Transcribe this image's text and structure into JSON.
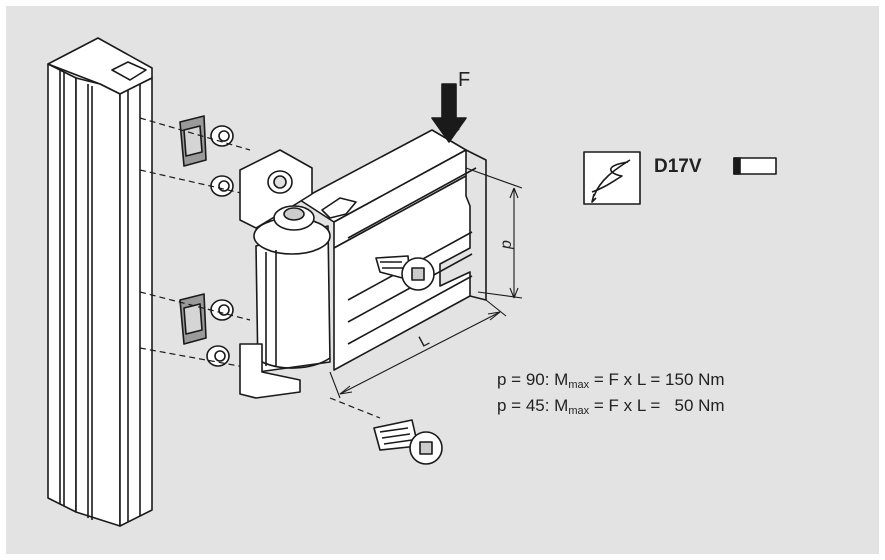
{
  "labels": {
    "force": "F",
    "pitch": "p",
    "length": "L",
    "drill_code": "D17V"
  },
  "formulas": [
    {
      "p_label": "p = 90: M",
      "sub": "max",
      "rest": " = F x L = 150 Nm"
    },
    {
      "p_label": "p = 45: M",
      "sub": "max",
      "rest": " = F x L =   50 Nm"
    }
  ],
  "icons": {
    "drill": "drill-bit-icon",
    "bore": "counterbore-icon"
  },
  "colors": {
    "background": "#e3e3e3",
    "stroke": "#1a1a1a",
    "fill": "#ffffff"
  }
}
